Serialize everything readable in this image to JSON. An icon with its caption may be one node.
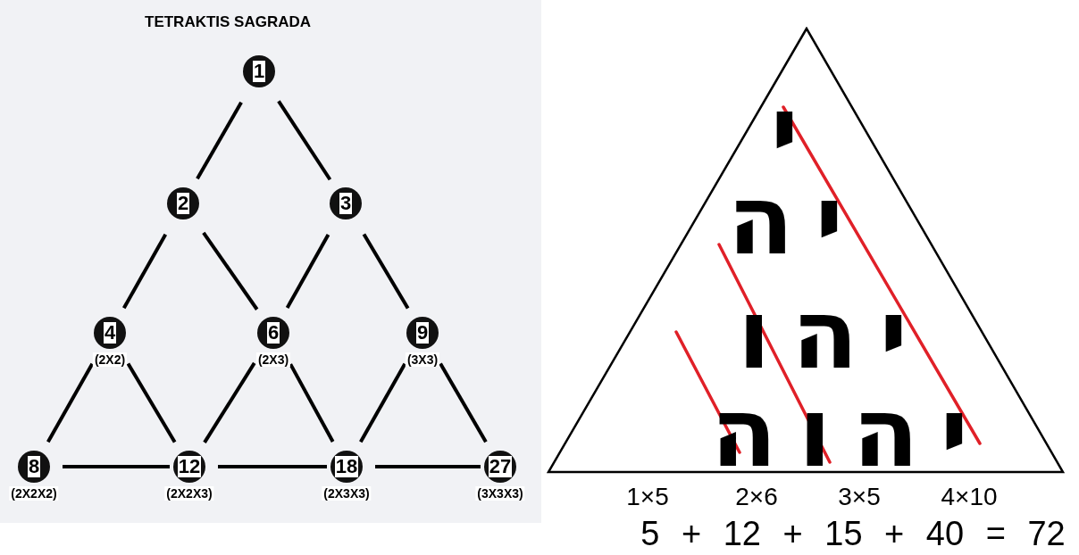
{
  "diagram": {
    "title": "TETRAKTIS SAGRADA",
    "nodes": [
      {
        "text": [
          "1"
        ]
      },
      {
        "text": [
          "2"
        ]
      },
      {
        "text": [
          "3"
        ]
      },
      {
        "text": [
          "4"
        ],
        "beside": [
          "(2X2)"
        ]
      },
      {
        "text": [
          "6"
        ],
        "beside": [
          "(2X3)"
        ]
      },
      {
        "text": [
          "9"
        ],
        "beside": [
          "(3X3)"
        ]
      },
      {
        "text": [
          "8"
        ],
        "beside": [
          "(2X2X2)"
        ]
      },
      {
        "text": [
          "12"
        ],
        "beside": [
          "(2X2X3)"
        ]
      },
      {
        "text": [
          "18"
        ],
        "beside": [
          "(2X3X3)"
        ]
      },
      {
        "text": [
          "27"
        ],
        "beside": [
          "(3X3X3)"
        ]
      },
      {
        "text": [
          "י",
          "יה",
          "יהו",
          "יהוה"
        ]
      }
    ],
    "edges": [
      {
        "from": 0,
        "to": 1,
        "arrow": "none"
      },
      {
        "from": 0,
        "to": 2,
        "arrow": "none"
      },
      {
        "from": 1,
        "to": 3,
        "arrow": "none"
      },
      {
        "from": 1,
        "to": 4,
        "arrow": "none"
      },
      {
        "from": 2,
        "to": 4,
        "arrow": "none"
      },
      {
        "from": 2,
        "to": 5,
        "arrow": "none"
      },
      {
        "from": 3,
        "to": 6,
        "arrow": "none"
      },
      {
        "from": 3,
        "to": 7,
        "arrow": "none"
      },
      {
        "from": 4,
        "to": 7,
        "arrow": "none"
      },
      {
        "from": 4,
        "to": 8,
        "arrow": "none"
      },
      {
        "from": 5,
        "to": 8,
        "arrow": "none"
      },
      {
        "from": 5,
        "to": 9,
        "arrow": "none"
      },
      {
        "from": 6,
        "to": 7,
        "arrow": "none"
      },
      {
        "from": 7,
        "to": 8,
        "arrow": "none"
      },
      {
        "from": 8,
        "to": 9,
        "arrow": "none"
      }
    ],
    "labels": [
      "1×5",
      "2×6",
      "3×5",
      "4×10",
      "5 + 12 + 15 + 40 = 72"
    ]
  }
}
